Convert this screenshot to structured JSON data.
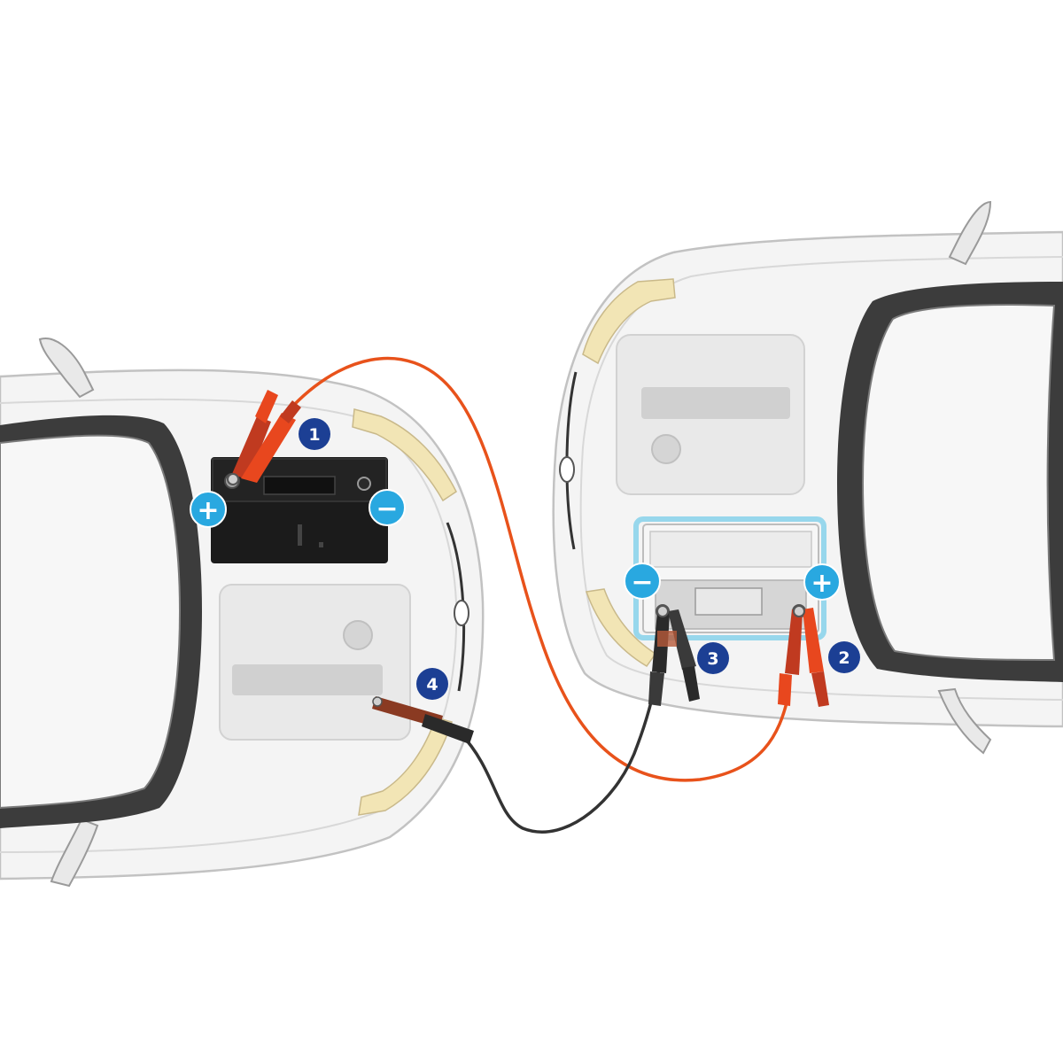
{
  "markers": {
    "step1": "1",
    "step2": "2",
    "step3": "3",
    "step4": "4",
    "plus": "+",
    "minus": "−"
  },
  "colors": {
    "positive_cable": "#e8521b",
    "negative_cable": "#333333",
    "marker_blue": "#1c3f94",
    "terminal_blue": "#29a8e0",
    "headlight": "#f2e5b5",
    "car_body": "#f4f4f4",
    "windshield_frame": "#3c3c3c",
    "dead_battery": "#1b1b1b",
    "donor_battery_glow": "#6fcbe8"
  },
  "icons": {
    "positive": "plus-icon",
    "negative": "minus-icon",
    "clamp": "crocodile-clip-icon"
  }
}
